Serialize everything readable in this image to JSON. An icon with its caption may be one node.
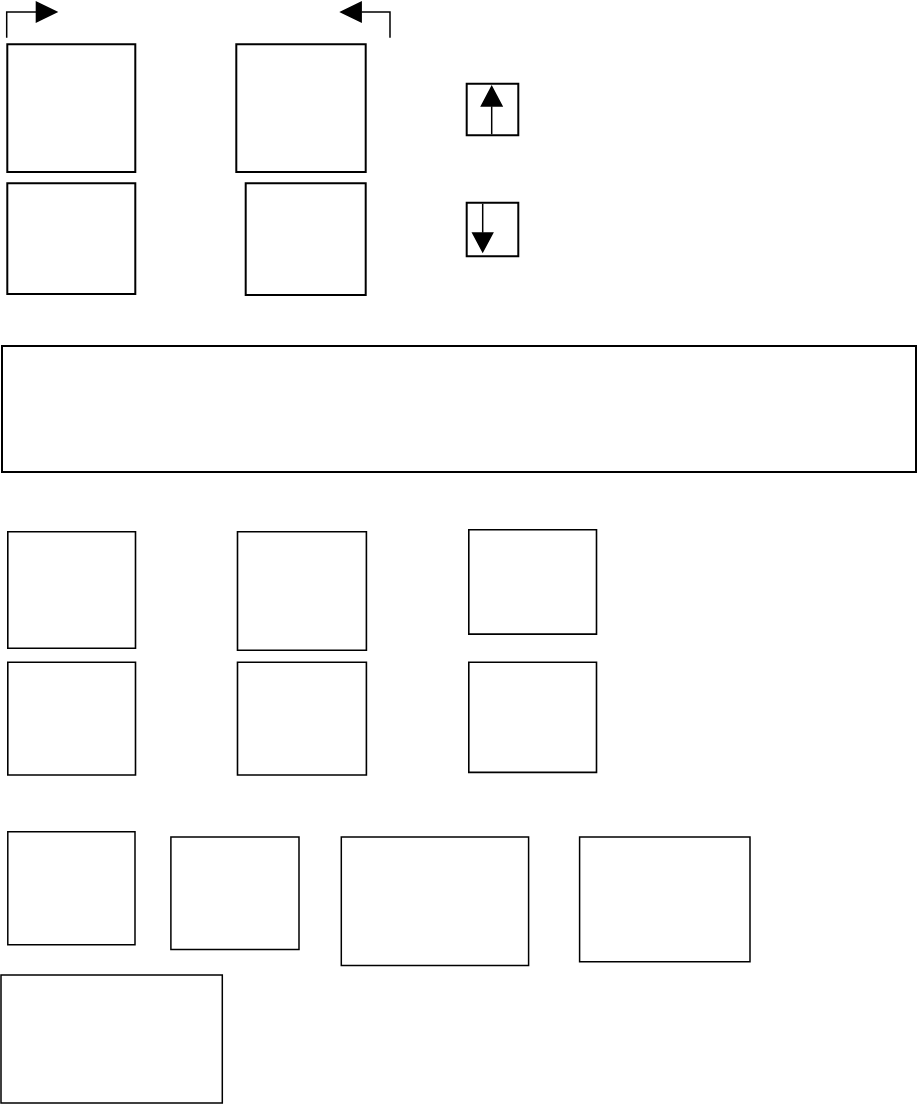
{
  "diagram": {
    "nodes": [
      {
        "text": [],
        "shape": "box"
      },
      {
        "text": [],
        "shape": "box"
      },
      {
        "text": [],
        "shape": "box"
      },
      {
        "text": [],
        "shape": "box"
      },
      {
        "text": [],
        "shape": "box"
      },
      {
        "text": [],
        "shape": "box"
      },
      {
        "text": [],
        "shape": "box"
      },
      {
        "text": [],
        "shape": "box"
      },
      {
        "text": [],
        "shape": "box"
      },
      {
        "text": [],
        "shape": "box"
      },
      {
        "text": [],
        "shape": "box"
      },
      {
        "text": [],
        "shape": "box"
      },
      {
        "text": [],
        "shape": "box"
      },
      {
        "text": [],
        "shape": "box"
      },
      {
        "text": [],
        "shape": "box"
      },
      {
        "text": [],
        "shape": "box"
      },
      {
        "text": [],
        "shape": "box"
      },
      {
        "text": [],
        "shape": "box"
      }
    ]
  }
}
